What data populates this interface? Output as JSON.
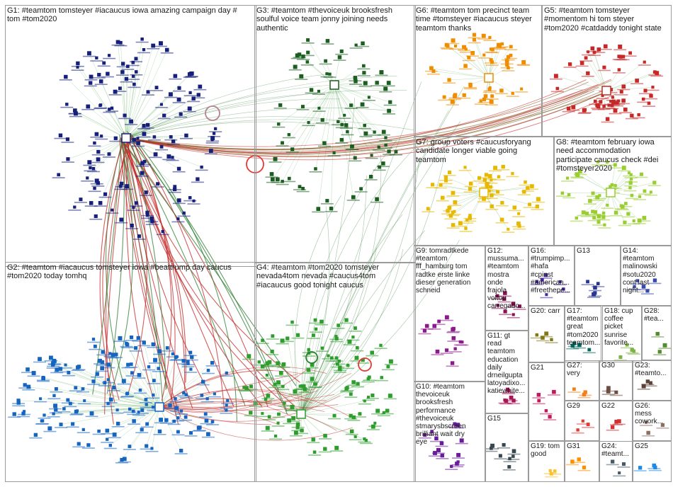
{
  "groups": [
    {
      "id": "G1",
      "text": "G1: #teamtom tomsteyer #iacaucus iowa amazing campaign day #\ntom #tom2020",
      "color": "#16207a"
    },
    {
      "id": "G2",
      "text": "G2: #teamtom #iacaucus tomsteyer iowa #beattrump day caucus\n#tom2020 today tomhq",
      "color": "#1565c0"
    },
    {
      "id": "G3",
      "text": "G3: #teamtom #thevoiceuk brooksfresh\nsoulful voice team jonny joining needs\nauthentic",
      "color": "#1b5e20"
    },
    {
      "id": "G4",
      "text": "G4: #teamtom #tom2020 tomsteyer\nnevada4tom nevada #caucus4tom\n#iacaucus good tonight caucus",
      "color": "#2e9d2e"
    },
    {
      "id": "G5",
      "text": "G5: #teamtom tomsteyer\n#momentom hi tom steyer\n#tom2020 #catdaddy tonight state",
      "color": "#c62828"
    },
    {
      "id": "G6",
      "text": "G6: #teamtom tom precinct team\ntime #tomsteyer #iacaucus steyer\nteamtom thanks",
      "color": "#ef8c00"
    },
    {
      "id": "G7",
      "text": "G7: group voters #caucusforyang\ncandidate longer viable going\nteamtom",
      "color": "#e6b800"
    },
    {
      "id": "G8",
      "text": "G8: #teamtom february iowa\nneed accommodation\nparticipate caucus check #dei\n#tomsteyer2020",
      "color": "#9acd32"
    },
    {
      "id": "G9",
      "text": "G9: tomradtkede\n#teamtom\nfff_hamburg tom\nradtke erste linke\ndieser generation\nschneid",
      "color": "#8b1a8b"
    },
    {
      "id": "G10",
      "text": "G10: #teamtom\nthevoiceuk\nbrooksfresh\nperformance\n#thevoiceuk\nstmarysbscreen\nbrilliant wait dry\neye",
      "color": "#6a1b9a"
    },
    {
      "id": "G11",
      "text": "G11: gt\nread\nteamtom\neducation\ndaily\ndrneilgupta\nlatoyadixo...\nkatiewhite...",
      "color": "#ad1457"
    },
    {
      "id": "G12",
      "text": "G12:\nmussuma...\n#teamtom\nmostra\nonde\nfrajola\nvoltou\ncarregado...",
      "color": "#880e4f"
    },
    {
      "id": "G13",
      "text": "G13",
      "color": "#283593"
    },
    {
      "id": "G14",
      "text": "G14:\n#teamtom\nmalinowski\n#sotu2020\ncont last\nnight...",
      "color": "#3949ab"
    },
    {
      "id": "G15",
      "text": "G15",
      "color": "#37474f"
    },
    {
      "id": "G16",
      "text": "G16:\n#trumpimp...\n#hafa\n#cpinst\n#american...\n#freethepe...",
      "color": "#4527a0"
    },
    {
      "id": "G17",
      "text": "G17:\n#teamtom\ngreat\n#tom2020\nteamtom...",
      "color": "#00695c"
    },
    {
      "id": "G18",
      "text": "G18: cup\ncoffee\npicket\nsunrise\nfavorite...",
      "color": "#7cb342"
    },
    {
      "id": "G19",
      "text": "G19: tom\ngood",
      "color": "#fbc02d"
    },
    {
      "id": "G20",
      "text": "G20: carr",
      "color": "#827717"
    },
    {
      "id": "G21",
      "text": "G21",
      "color": "#c2185b"
    },
    {
      "id": "G22",
      "text": "G22",
      "color": "#d32f2f"
    },
    {
      "id": "G23",
      "text": "G23:\n#teamto...",
      "color": "#5d4037"
    },
    {
      "id": "G24",
      "text": "G24:\n#teamt...",
      "color": "#455a64"
    },
    {
      "id": "G25",
      "text": "G25",
      "color": "#1e88e5"
    },
    {
      "id": "G26",
      "text": "G26:\nmess\ncowork...",
      "color": "#8d6e63"
    },
    {
      "id": "G27",
      "text": "G27:\nvery",
      "color": "#f57f17"
    },
    {
      "id": "G28",
      "text": "G28:\n#tea...",
      "color": "#558b2f"
    },
    {
      "id": "G29",
      "text": "G29",
      "color": "#e53935"
    },
    {
      "id": "G30",
      "text": "G30",
      "color": "#6d4c41"
    },
    {
      "id": "G31",
      "text": "G31",
      "color": "#ff8f00"
    }
  ],
  "colors": {
    "border": "#9a9a9a",
    "edge_red": "#c62828",
    "edge_green": "#2e7d32",
    "edge_olive": "#7b5e1e",
    "edge_light": "#9fcf9f"
  }
}
